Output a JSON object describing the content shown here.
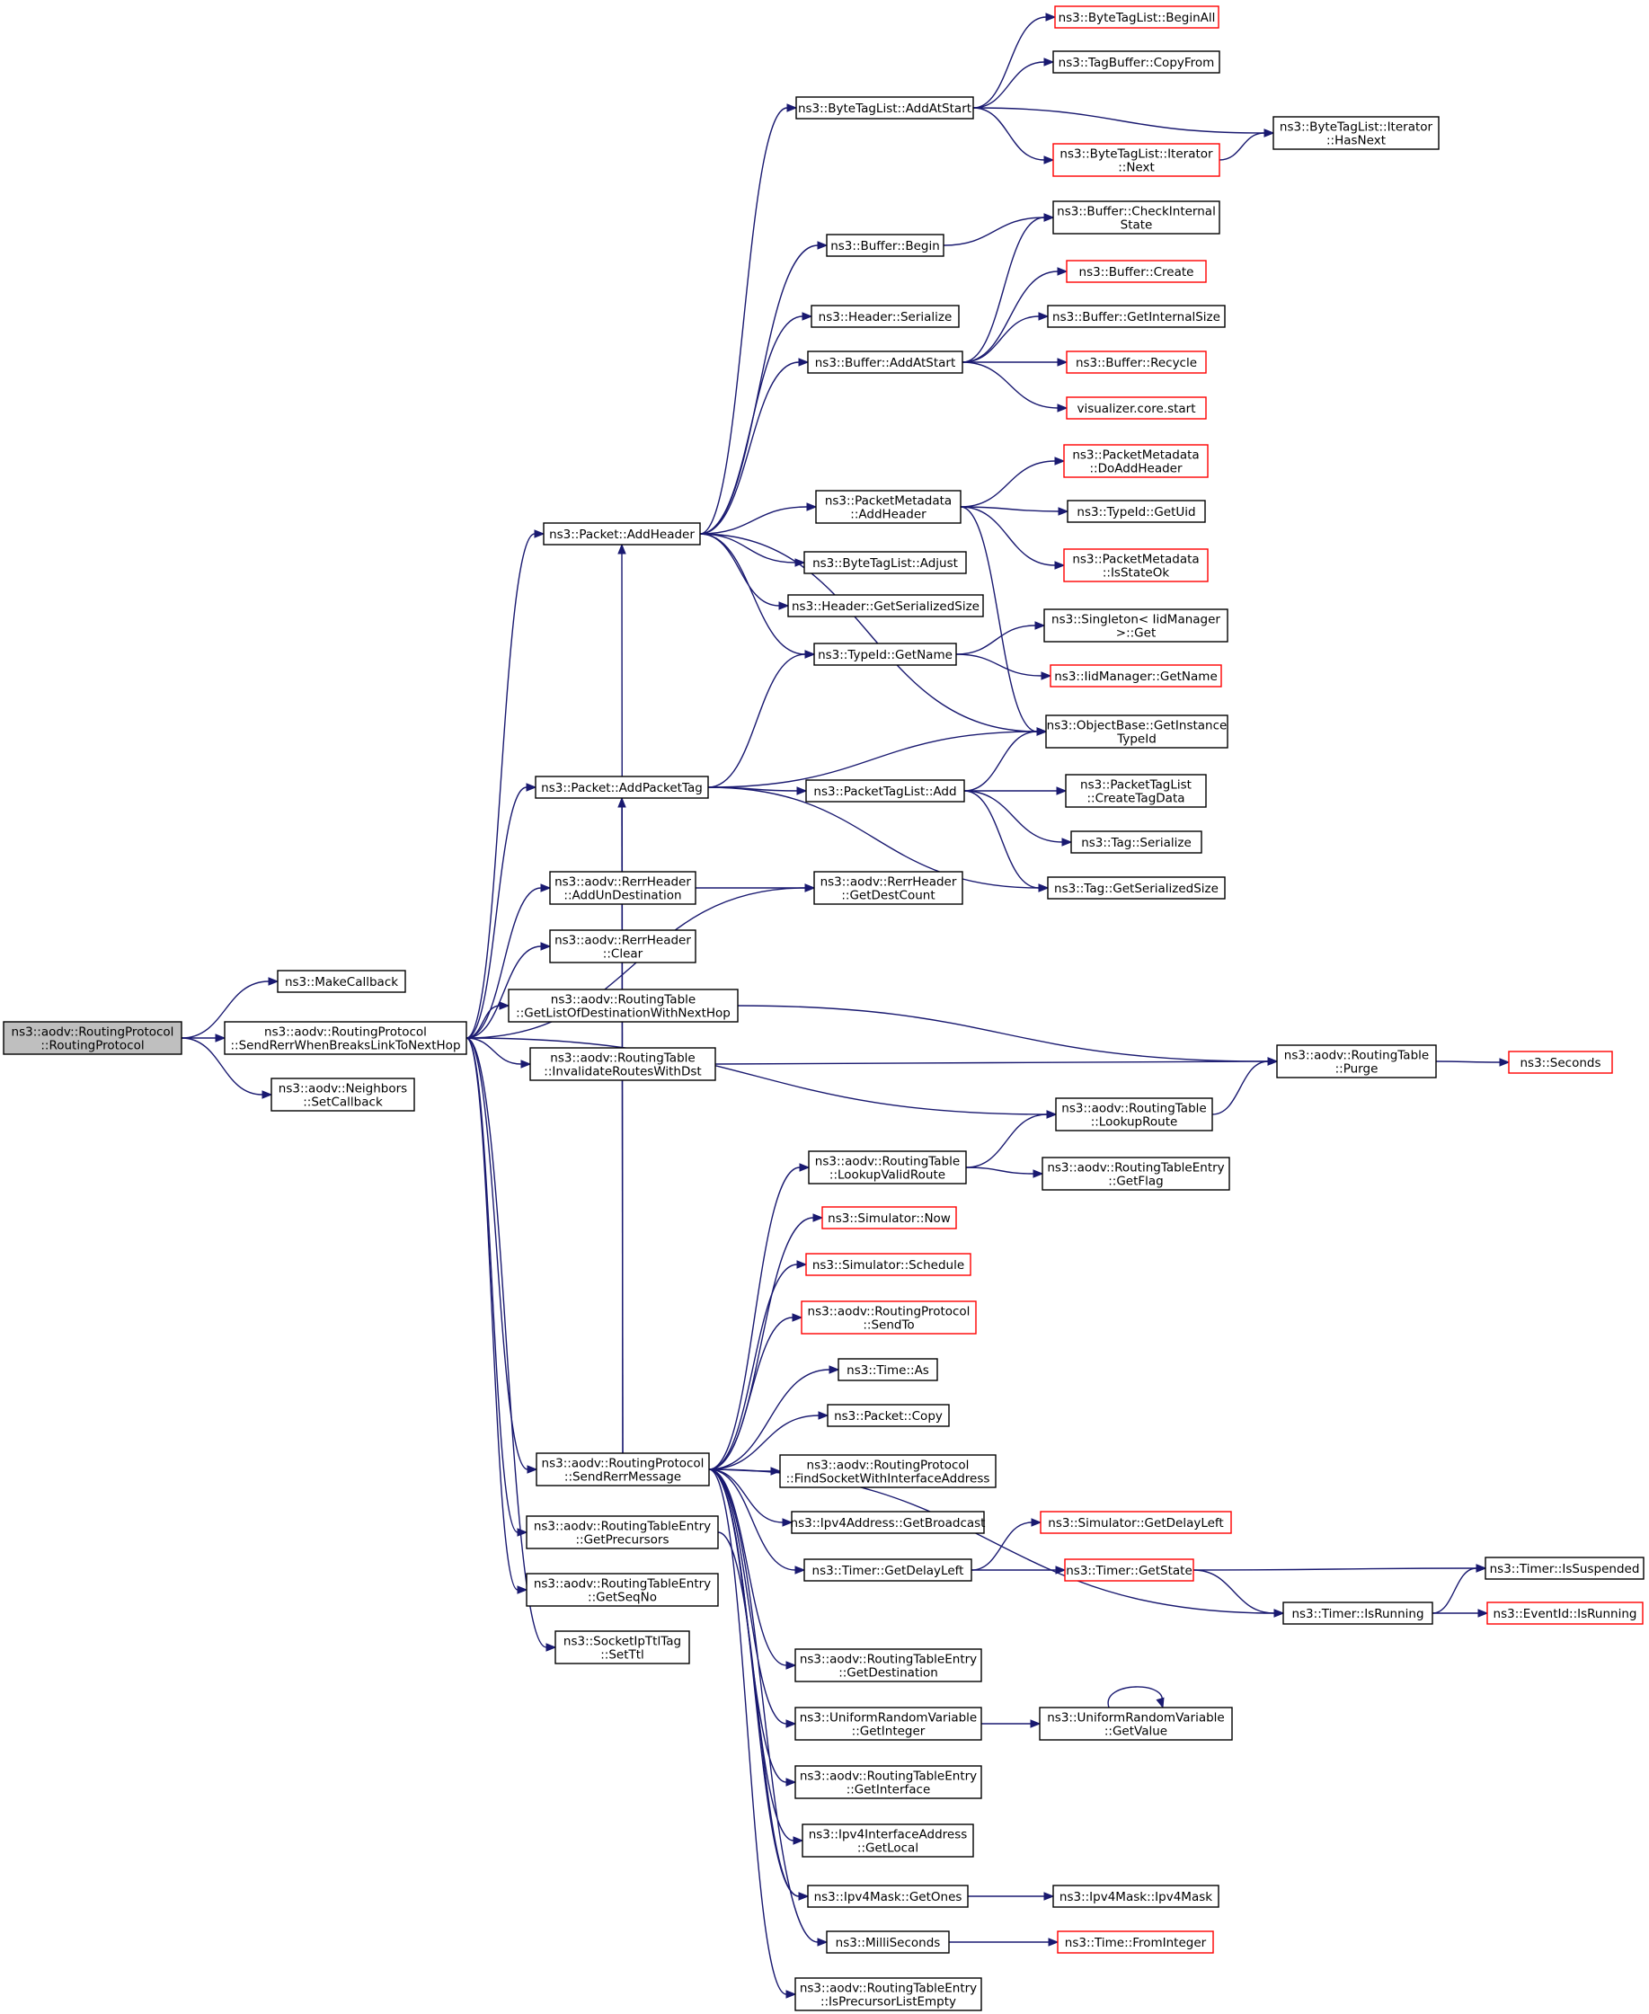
{
  "colors": {
    "edge": "#191970",
    "node_border": "#000000",
    "node_border_truncated": "#ff0000",
    "root_fill": "#bfbfbf",
    "background": "#ffffff"
  },
  "nodes": [
    {
      "id": "root",
      "lines": [
        "ns3::aodv::RoutingProtocol",
        "::RoutingProtocol"
      ],
      "root": true
    },
    {
      "id": "makecb",
      "lines": [
        "ns3::MakeCallback"
      ]
    },
    {
      "id": "sendrerr_break",
      "lines": [
        "ns3::aodv::RoutingProtocol",
        "::SendRerrWhenBreaksLinkToNextHop"
      ]
    },
    {
      "id": "neigh_setcb",
      "lines": [
        "ns3::aodv::Neighbors",
        "::SetCallback"
      ]
    },
    {
      "id": "pkt_addheader",
      "lines": [
        "ns3::Packet::AddHeader"
      ]
    },
    {
      "id": "pkt_addtag",
      "lines": [
        "ns3::Packet::AddPacketTag"
      ]
    },
    {
      "id": "rerr_addun",
      "lines": [
        "ns3::aodv::RerrHeader",
        "::AddUnDestination"
      ]
    },
    {
      "id": "rerr_clear",
      "lines": [
        "ns3::aodv::RerrHeader",
        "::Clear"
      ]
    },
    {
      "id": "rt_getlist",
      "lines": [
        "ns3::aodv::RoutingTable",
        "::GetListOfDestinationWithNextHop"
      ]
    },
    {
      "id": "rt_invalidate",
      "lines": [
        "ns3::aodv::RoutingTable",
        "::InvalidateRoutesWithDst"
      ]
    },
    {
      "id": "sendrerrmsg",
      "lines": [
        "ns3::aodv::RoutingProtocol",
        "::SendRerrMessage"
      ]
    },
    {
      "id": "rte_getprec",
      "lines": [
        "ns3::aodv::RoutingTableEntry",
        "::GetPrecursors"
      ]
    },
    {
      "id": "rte_getseq",
      "lines": [
        "ns3::aodv::RoutingTableEntry",
        "::GetSeqNo"
      ]
    },
    {
      "id": "sock_setttl",
      "lines": [
        "ns3::SocketIpTtlTag",
        "::SetTtl"
      ]
    },
    {
      "id": "btl_addatstart",
      "lines": [
        "ns3::ByteTagList::AddAtStart"
      ]
    },
    {
      "id": "buf_begin",
      "lines": [
        "ns3::Buffer::Begin"
      ]
    },
    {
      "id": "hdr_serialize",
      "lines": [
        "ns3::Header::Serialize"
      ]
    },
    {
      "id": "buf_addatstart",
      "lines": [
        "ns3::Buffer::AddAtStart"
      ]
    },
    {
      "id": "pm_addheader",
      "lines": [
        "ns3::PacketMetadata",
        "::AddHeader"
      ]
    },
    {
      "id": "btl_adjust",
      "lines": [
        "ns3::ByteTagList::Adjust"
      ]
    },
    {
      "id": "hdr_getsize",
      "lines": [
        "ns3::Header::GetSerializedSize"
      ]
    },
    {
      "id": "typeid_getname",
      "lines": [
        "ns3::TypeId::GetName"
      ]
    },
    {
      "id": "ptl_add",
      "lines": [
        "ns3::PacketTagList::Add"
      ]
    },
    {
      "id": "rerr_getdest",
      "lines": [
        "ns3::aodv::RerrHeader",
        "::GetDestCount"
      ]
    },
    {
      "id": "rt_lookupvalid",
      "lines": [
        "ns3::aodv::RoutingTable",
        "::LookupValidRoute"
      ]
    },
    {
      "id": "sim_now",
      "lines": [
        "ns3::Simulator::Now"
      ],
      "red": true
    },
    {
      "id": "sim_schedule",
      "lines": [
        "ns3::Simulator::Schedule"
      ],
      "red": true
    },
    {
      "id": "rp_sendto",
      "lines": [
        "ns3::aodv::RoutingProtocol",
        "::SendTo"
      ],
      "red": true
    },
    {
      "id": "time_as",
      "lines": [
        "ns3::Time::As"
      ]
    },
    {
      "id": "pkt_copy",
      "lines": [
        "ns3::Packet::Copy"
      ]
    },
    {
      "id": "rp_findsock",
      "lines": [
        "ns3::aodv::RoutingProtocol",
        "::FindSocketWithInterfaceAddress"
      ]
    },
    {
      "id": "ipv4_getbcast",
      "lines": [
        "ns3::Ipv4Address::GetBroadcast"
      ]
    },
    {
      "id": "timer_getdelay",
      "lines": [
        "ns3::Timer::GetDelayLeft"
      ]
    },
    {
      "id": "rte_getdest",
      "lines": [
        "ns3::aodv::RoutingTableEntry",
        "::GetDestination"
      ]
    },
    {
      "id": "urv_getint",
      "lines": [
        "ns3::UniformRandomVariable",
        "::GetInteger"
      ]
    },
    {
      "id": "rte_getiface",
      "lines": [
        "ns3::aodv::RoutingTableEntry",
        "::GetInterface"
      ]
    },
    {
      "id": "ipv4if_getlocal",
      "lines": [
        "ns3::Ipv4InterfaceAddress",
        "::GetLocal"
      ]
    },
    {
      "id": "mask_getones",
      "lines": [
        "ns3::Ipv4Mask::GetOnes"
      ]
    },
    {
      "id": "milliseconds",
      "lines": [
        "ns3::MilliSeconds"
      ]
    },
    {
      "id": "rte_isprecempty",
      "lines": [
        "ns3::aodv::RoutingTableEntry",
        "::IsPrecursorListEmpty"
      ]
    },
    {
      "id": "btl_beginall",
      "lines": [
        "ns3::ByteTagList::BeginAll"
      ],
      "red": true
    },
    {
      "id": "tagbuf_copyfrom",
      "lines": [
        "ns3::TagBuffer::CopyFrom"
      ]
    },
    {
      "id": "btl_it_next",
      "lines": [
        "ns3::ByteTagList::Iterator",
        "::Next"
      ],
      "red": true
    },
    {
      "id": "btl_it_hasnext",
      "lines": [
        "ns3::ByteTagList::Iterator",
        "::HasNext"
      ]
    },
    {
      "id": "buf_checkint",
      "lines": [
        "ns3::Buffer::CheckInternal",
        "State"
      ]
    },
    {
      "id": "buf_create",
      "lines": [
        "ns3::Buffer::Create"
      ],
      "red": true
    },
    {
      "id": "buf_getintsize",
      "lines": [
        "ns3::Buffer::GetInternalSize"
      ]
    },
    {
      "id": "buf_recycle",
      "lines": [
        "ns3::Buffer::Recycle"
      ],
      "red": true
    },
    {
      "id": "viz_start",
      "lines": [
        "visualizer.core.start"
      ],
      "red": true
    },
    {
      "id": "pm_doadd",
      "lines": [
        "ns3::PacketMetadata",
        "::DoAddHeader"
      ],
      "red": true
    },
    {
      "id": "typeid_getuid",
      "lines": [
        "ns3::TypeId::GetUid"
      ]
    },
    {
      "id": "pm_isstateok",
      "lines": [
        "ns3::PacketMetadata",
        "::IsStateOk"
      ],
      "red": true
    },
    {
      "id": "singleton_get",
      "lines": [
        "ns3::Singleton< IidManager",
        ">::Get"
      ]
    },
    {
      "id": "iidmgr_getname",
      "lines": [
        "ns3::IidManager::GetName"
      ],
      "red": true
    },
    {
      "id": "objbase_getinst",
      "lines": [
        "ns3::ObjectBase::GetInstance",
        "TypeId"
      ]
    },
    {
      "id": "ptl_createtag",
      "lines": [
        "ns3::PacketTagList",
        "::CreateTagData"
      ]
    },
    {
      "id": "tag_serialize",
      "lines": [
        "ns3::Tag::Serialize"
      ]
    },
    {
      "id": "tag_getsize",
      "lines": [
        "ns3::Tag::GetSerializedSize"
      ]
    },
    {
      "id": "rt_purge",
      "lines": [
        "ns3::aodv::RoutingTable",
        "::Purge"
      ]
    },
    {
      "id": "rt_lookuproute",
      "lines": [
        "ns3::aodv::RoutingTable",
        "::LookupRoute"
      ]
    },
    {
      "id": "rte_getflag",
      "lines": [
        "ns3::aodv::RoutingTableEntry",
        "::GetFlag"
      ]
    },
    {
      "id": "seconds",
      "lines": [
        "ns3::Seconds"
      ],
      "red": true
    },
    {
      "id": "sim_getdelay",
      "lines": [
        "ns3::Simulator::GetDelayLeft"
      ],
      "red": true
    },
    {
      "id": "timer_getstate",
      "lines": [
        "ns3::Timer::GetState"
      ],
      "red": true
    },
    {
      "id": "timer_isrunning",
      "lines": [
        "ns3::Timer::IsRunning"
      ]
    },
    {
      "id": "timer_issusp",
      "lines": [
        "ns3::Timer::IsSuspended"
      ]
    },
    {
      "id": "event_isrunning",
      "lines": [
        "ns3::EventId::IsRunning"
      ],
      "red": true
    },
    {
      "id": "urv_getvalue",
      "lines": [
        "ns3::UniformRandomVariable",
        "::GetValue"
      ]
    },
    {
      "id": "mask_ipv4mask",
      "lines": [
        "ns3::Ipv4Mask::Ipv4Mask"
      ]
    },
    {
      "id": "time_fromint",
      "lines": [
        "ns3::Time::FromInteger"
      ],
      "red": true
    }
  ],
  "edges": [
    [
      "root",
      "makecb"
    ],
    [
      "root",
      "sendrerr_break"
    ],
    [
      "root",
      "neigh_setcb"
    ],
    [
      "sendrerr_break",
      "pkt_addheader"
    ],
    [
      "sendrerr_break",
      "pkt_addtag"
    ],
    [
      "sendrerr_break",
      "rerr_addun"
    ],
    [
      "sendrerr_break",
      "rerr_getdest"
    ],
    [
      "sendrerr_break",
      "rerr_clear"
    ],
    [
      "sendrerr_break",
      "rt_getlist"
    ],
    [
      "sendrerr_break",
      "rt_invalidate"
    ],
    [
      "sendrerr_break",
      "rt_lookuproute"
    ],
    [
      "sendrerr_break",
      "sendrerrmsg"
    ],
    [
      "sendrerr_break",
      "rte_getprec"
    ],
    [
      "sendrerr_break",
      "rte_getseq"
    ],
    [
      "sendrerr_break",
      "sock_setttl"
    ],
    [
      "pkt_addheader",
      "btl_addatstart"
    ],
    [
      "pkt_addheader",
      "buf_begin"
    ],
    [
      "pkt_addheader",
      "hdr_serialize"
    ],
    [
      "pkt_addheader",
      "buf_addatstart"
    ],
    [
      "pkt_addheader",
      "pm_addheader"
    ],
    [
      "pkt_addheader",
      "btl_adjust"
    ],
    [
      "pkt_addheader",
      "hdr_getsize"
    ],
    [
      "pkt_addheader",
      "typeid_getname"
    ],
    [
      "pkt_addheader",
      "objbase_getinst"
    ],
    [
      "btl_addatstart",
      "btl_beginall"
    ],
    [
      "btl_addatstart",
      "tagbuf_copyfrom"
    ],
    [
      "btl_addatstart",
      "btl_it_hasnext"
    ],
    [
      "btl_addatstart",
      "btl_it_next"
    ],
    [
      "btl_it_next",
      "btl_it_hasnext"
    ],
    [
      "buf_begin",
      "buf_checkint"
    ],
    [
      "buf_addatstart",
      "buf_checkint"
    ],
    [
      "buf_addatstart",
      "buf_create"
    ],
    [
      "buf_addatstart",
      "buf_getintsize"
    ],
    [
      "buf_addatstart",
      "buf_recycle"
    ],
    [
      "buf_addatstart",
      "viz_start"
    ],
    [
      "pm_addheader",
      "pm_doadd"
    ],
    [
      "pm_addheader",
      "typeid_getuid"
    ],
    [
      "pm_addheader",
      "pm_isstateok"
    ],
    [
      "pm_addheader",
      "objbase_getinst"
    ],
    [
      "typeid_getname",
      "singleton_get"
    ],
    [
      "typeid_getname",
      "iidmgr_getname"
    ],
    [
      "pkt_addtag",
      "typeid_getname"
    ],
    [
      "pkt_addtag",
      "objbase_getinst"
    ],
    [
      "pkt_addtag",
      "ptl_add"
    ],
    [
      "pkt_addtag",
      "tag_getsize"
    ],
    [
      "ptl_add",
      "objbase_getinst"
    ],
    [
      "ptl_add",
      "ptl_createtag"
    ],
    [
      "ptl_add",
      "tag_serialize"
    ],
    [
      "ptl_add",
      "tag_getsize"
    ],
    [
      "rerr_addun",
      "rerr_getdest"
    ],
    [
      "rt_getlist",
      "rt_purge"
    ],
    [
      "rt_invalidate",
      "rt_purge"
    ],
    [
      "rt_purge",
      "seconds"
    ],
    [
      "rt_lookuproute",
      "rt_purge"
    ],
    [
      "sendrerrmsg",
      "rt_lookupvalid"
    ],
    [
      "sendrerrmsg",
      "sim_now"
    ],
    [
      "sendrerrmsg",
      "sim_schedule"
    ],
    [
      "sendrerrmsg",
      "rp_sendto"
    ],
    [
      "sendrerrmsg",
      "time_as"
    ],
    [
      "sendrerrmsg",
      "pkt_copy"
    ],
    [
      "sendrerrmsg",
      "rp_findsock"
    ],
    [
      "sendrerrmsg",
      "ipv4_getbcast"
    ],
    [
      "sendrerrmsg",
      "timer_getdelay"
    ],
    [
      "sendrerrmsg",
      "timer_isrunning"
    ],
    [
      "sendrerrmsg",
      "rte_getdest"
    ],
    [
      "sendrerrmsg",
      "urv_getint"
    ],
    [
      "sendrerrmsg",
      "rte_getiface"
    ],
    [
      "sendrerrmsg",
      "ipv4if_getlocal"
    ],
    [
      "sendrerrmsg",
      "mask_getones"
    ],
    [
      "sendrerrmsg",
      "milliseconds"
    ],
    [
      "sendrerrmsg",
      "rte_isprecempty"
    ],
    [
      "sendrerrmsg",
      "pkt_addheader"
    ],
    [
      "sendrerrmsg",
      "pkt_addtag"
    ],
    [
      "rt_lookupvalid",
      "rt_lookuproute"
    ],
    [
      "rt_lookupvalid",
      "rte_getflag"
    ],
    [
      "rte_getprec",
      "mask_getones"
    ],
    [
      "timer_getdelay",
      "sim_getdelay"
    ],
    [
      "timer_getdelay",
      "timer_getstate"
    ],
    [
      "timer_getstate",
      "timer_issusp"
    ],
    [
      "timer_getstate",
      "timer_isrunning"
    ],
    [
      "timer_isrunning",
      "timer_issusp"
    ],
    [
      "timer_isrunning",
      "event_isrunning"
    ],
    [
      "urv_getint",
      "urv_getvalue"
    ],
    [
      "urv_getvalue",
      "urv_getvalue"
    ],
    [
      "mask_getones",
      "mask_ipv4mask"
    ],
    [
      "milliseconds",
      "time_fromint"
    ]
  ]
}
